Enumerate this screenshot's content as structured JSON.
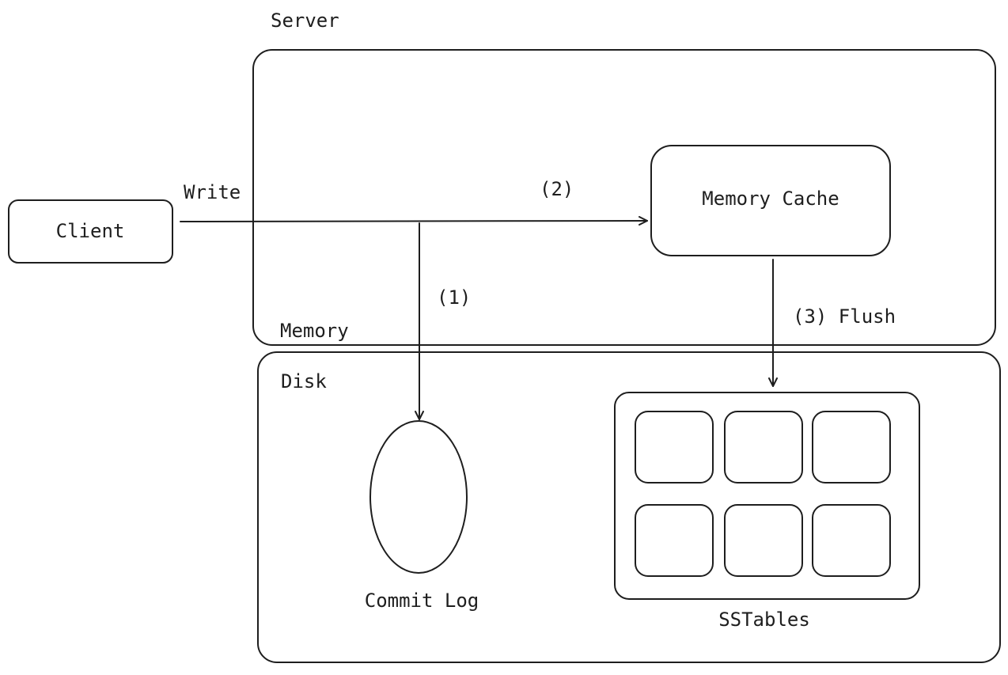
{
  "labels": {
    "server": "Server",
    "memory": "Memory",
    "disk": "Disk",
    "client": "Client",
    "write": "Write",
    "step_1": "(1)",
    "step_2": "(2)",
    "memory_cache": "Memory Cache",
    "step_3_flush": "(3) Flush",
    "commit_log": "Commit Log",
    "sstables": "SSTables"
  },
  "colors": {
    "stroke": "#1e1e1e",
    "background": "#ffffff"
  }
}
